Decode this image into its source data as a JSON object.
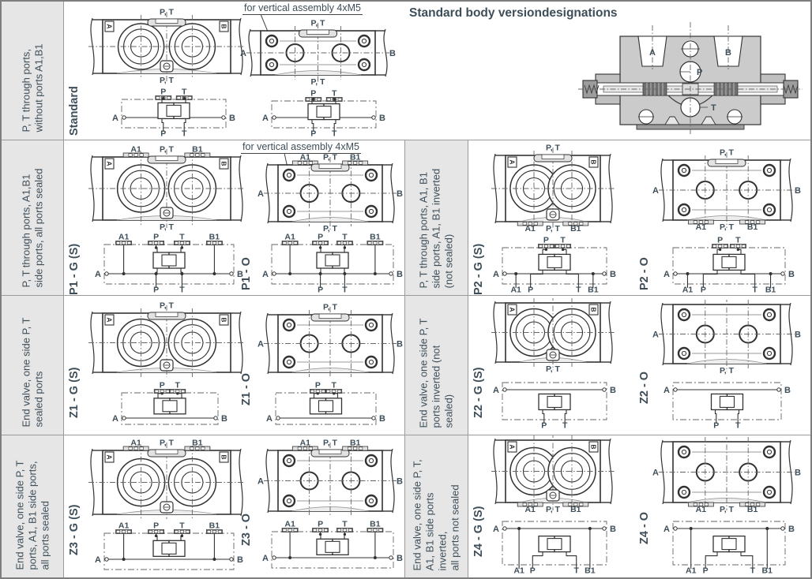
{
  "title": "Standard body versiondesignations",
  "annotation_vertical_assembly": "for vertical assembly 4xM5",
  "colors": {
    "accent": "#3e4e59",
    "line": "#323232",
    "dash": "#666666",
    "label_bg": "#e6e6e6",
    "fill_light": "#e2e2e2"
  },
  "cross_section": {
    "port_a": "A",
    "port_b": "B",
    "port_p": "P",
    "port_t": "T"
  },
  "rows": [
    {
      "side_label": "P, T through ports,\nwithout ports A1,B1"
    },
    {
      "side_label": "P, T through ports, A1,B1\nside ports, all ports sealed",
      "side_label_right": "P, T through ports, A1, B1\nside ports, A1, B1 inverted\n(not sealed)"
    },
    {
      "side_label": "End valve, one side P, T\nsealed ports",
      "side_label_right": "End valve, one side P, T\nports inverted (not\nsealed)"
    },
    {
      "side_label": "End valve, one side P, T\nports, A1, B1 side ports,\nall ports sealed",
      "side_label_right": "End valve, one side P, T,\nA1, B1 side ports\ninverted,\nall ports not sealed"
    }
  ],
  "versions": {
    "std": "Standard",
    "p1g": "P1 - G (S)",
    "p1o": "P1 - O",
    "p2g": "P2 - G (S)",
    "p2o": "P2 - O",
    "z1g": "Z1 - G (S)",
    "z1o": "Z1 - O",
    "z2g": "Z2 - G (S)",
    "z2o": "Z2 - O",
    "z3g": "Z3 - G (S)",
    "z3o": "Z3 - O",
    "z4g": "Z4 - G (S)",
    "z4o": "Z4 - O"
  },
  "views": {
    "std_g": {
      "kind": "G",
      "top": [
        {
          "l": "P, T",
          "x": 0.5,
          "slot": 1
        }
      ],
      "bottom": [
        {
          "l": "P, T",
          "x": 0.5,
          "pmark": 1
        }
      ],
      "corners": [
        "A",
        "B"
      ]
    },
    "std_o": {
      "kind": "O",
      "top": [
        {
          "l": "P, T",
          "x": 0.5,
          "slot": 1
        }
      ],
      "bottom": [
        {
          "l": "P, T",
          "x": 0.5
        }
      ],
      "sides": [
        "A",
        "B"
      ]
    },
    "p1_g": {
      "kind": "G",
      "top": [
        {
          "l": "A1",
          "x": 0.26,
          "lug": 1
        },
        {
          "l": "P, T",
          "x": 0.5,
          "slot": 1
        },
        {
          "l": "B1",
          "x": 0.74,
          "lug": 1
        }
      ],
      "bottom": [
        {
          "l": "P, T",
          "x": 0.5,
          "pmark": 1
        }
      ],
      "corners": [
        "A",
        "B"
      ]
    },
    "p1_o": {
      "kind": "O",
      "top": [
        {
          "l": "A1",
          "x": 0.26,
          "lug": 1
        },
        {
          "l": "P, T",
          "x": 0.5,
          "slot": 1
        },
        {
          "l": "B1",
          "x": 0.74,
          "lug": 1
        }
      ],
      "bottom": [
        {
          "l": "P, T",
          "x": 0.5
        }
      ],
      "sides": [
        "A",
        "B"
      ]
    },
    "p2_g": {
      "kind": "G",
      "top": [
        {
          "l": "P, T",
          "x": 0.5,
          "slot": 1
        }
      ],
      "bottom": [
        {
          "l": "A1",
          "x": 0.26,
          "lug": 1
        },
        {
          "l": "P, T",
          "x": 0.5,
          "pmark": 1
        },
        {
          "l": "B1",
          "x": 0.74,
          "lug": 1
        }
      ],
      "corners": [
        "A",
        "B"
      ]
    },
    "p2_o": {
      "kind": "O",
      "top": [
        {
          "l": "P, T",
          "x": 0.5,
          "slot": 1
        }
      ],
      "bottom": [
        {
          "l": "A1",
          "x": 0.26,
          "lug": 1
        },
        {
          "l": "P, T",
          "x": 0.5
        },
        {
          "l": "B1",
          "x": 0.74,
          "lug": 1
        }
      ],
      "sides": [
        "A",
        "B"
      ]
    },
    "z1_g": {
      "kind": "G",
      "top": [
        {
          "l": "P, T",
          "x": 0.5,
          "slot": 1
        }
      ],
      "bottom": [
        {
          "x": 0.5,
          "pmark": 1
        }
      ],
      "corners": [
        "A",
        "B"
      ]
    },
    "z1_o": {
      "kind": "O",
      "top": [
        {
          "l": "P, T",
          "x": 0.5,
          "slot": 1
        }
      ],
      "bottom": [],
      "sides": [
        "A",
        "B"
      ]
    },
    "z2_g": {
      "kind": "G",
      "top": [],
      "bottom": [
        {
          "l": "P, T",
          "x": 0.5,
          "pmark": 1
        }
      ],
      "corners": [
        "A",
        "B"
      ]
    },
    "z2_o": {
      "kind": "O",
      "top": [],
      "bottom": [
        {
          "l": "P, T",
          "x": 0.5
        }
      ],
      "sides": [
        "A",
        "B"
      ]
    },
    "z3_g": {
      "kind": "G",
      "top": [
        {
          "l": "A1",
          "x": 0.26,
          "lug": 1
        },
        {
          "l": "P, T",
          "x": 0.5,
          "slot": 1
        },
        {
          "l": "B1",
          "x": 0.74,
          "lug": 1
        }
      ],
      "bottom": [
        {
          "x": 0.5,
          "pmark": 1
        }
      ],
      "corners": [
        "A",
        "B"
      ]
    },
    "z3_o": {
      "kind": "O",
      "top": [
        {
          "l": "A1",
          "x": 0.26,
          "lug": 1
        },
        {
          "l": "P, T",
          "x": 0.5,
          "slot": 1
        },
        {
          "l": "B1",
          "x": 0.74,
          "lug": 1
        }
      ],
      "bottom": [],
      "sides": [
        "A",
        "B"
      ]
    },
    "z4_g": {
      "kind": "G",
      "top": [],
      "bottom": [
        {
          "l": "A1",
          "x": 0.26,
          "lug": 1
        },
        {
          "l": "P, T",
          "x": 0.5,
          "pmark": 1
        },
        {
          "l": "B1",
          "x": 0.74,
          "lug": 1
        }
      ],
      "corners": [
        "A",
        "B"
      ]
    },
    "z4_o": {
      "kind": "O",
      "top": [],
      "bottom": [
        {
          "l": "A1",
          "x": 0.26,
          "lug": 1
        },
        {
          "l": "P, T",
          "x": 0.5
        },
        {
          "l": "B1",
          "x": 0.74,
          "lug": 1
        }
      ],
      "sides": [
        "A",
        "B"
      ]
    }
  },
  "schematics": {
    "std": {
      "top": [
        {
          "l": "P",
          "x": 0.4,
          "to": "valve"
        },
        {
          "l": "T",
          "x": 0.6,
          "to": "valve"
        }
      ],
      "ab": "low",
      "labels": [
        "A",
        "B"
      ],
      "bottom": [
        {
          "l": "P",
          "x": 0.4,
          "from": "valve"
        },
        {
          "l": "T",
          "x": 0.6,
          "from": "valve"
        }
      ]
    },
    "p1": {
      "top": [
        {
          "l": "A1",
          "x": 0.15,
          "to": "ab"
        },
        {
          "l": "P",
          "x": 0.4,
          "to": "valve"
        },
        {
          "l": "T",
          "x": 0.6,
          "to": "valve"
        },
        {
          "l": "B1",
          "x": 0.85,
          "to": "ab"
        }
      ],
      "ab": "low",
      "labels": [
        "A",
        "B"
      ],
      "bottom": [
        {
          "l": "P",
          "x": 0.4,
          "from": "valve"
        },
        {
          "l": "T",
          "x": 0.6,
          "from": "valve"
        }
      ]
    },
    "p2": {
      "top": [
        {
          "l": "P",
          "x": 0.42,
          "to": "valve"
        },
        {
          "l": "T",
          "x": 0.58,
          "to": "valve"
        }
      ],
      "ab": "low",
      "labels": [
        "A",
        "B"
      ],
      "bottom": [
        {
          "l": "A1",
          "x": 0.13,
          "from": "ab"
        },
        {
          "l": "P",
          "x": 0.27,
          "from": "valve"
        },
        {
          "l": "T",
          "x": 0.73,
          "from": "valve"
        },
        {
          "l": "B1",
          "x": 0.87,
          "from": "ab"
        }
      ]
    },
    "z1": {
      "top": [
        {
          "l": "P",
          "x": 0.42,
          "to": "valve"
        },
        {
          "l": "T",
          "x": 0.58,
          "to": "valve"
        }
      ],
      "ab": "bottom",
      "labels": [
        "A",
        "B"
      ],
      "bottom": []
    },
    "z2": {
      "top": [],
      "ab": "top",
      "labels": [
        "A",
        "B"
      ],
      "bottom": [
        {
          "l": "P",
          "x": 0.4,
          "from": "valve"
        },
        {
          "l": "T",
          "x": 0.6,
          "from": "valve"
        }
      ]
    },
    "z3": {
      "top": [
        {
          "l": "A1",
          "x": 0.15,
          "to": "ab"
        },
        {
          "l": "P",
          "x": 0.4,
          "to": "valve"
        },
        {
          "l": "T",
          "x": 0.6,
          "to": "valve"
        },
        {
          "l": "B1",
          "x": 0.85,
          "to": "ab"
        }
      ],
      "ab": "low",
      "labels": [
        "A",
        "B"
      ],
      "bottom": []
    },
    "z4": {
      "top": [],
      "ab": "top",
      "labels": [
        "A",
        "B"
      ],
      "sidedrops": [
        0.16,
        0.84
      ],
      "bottom": [
        {
          "l": "A1",
          "x": 0.16,
          "from": "side"
        },
        {
          "l": "P",
          "x": 0.29,
          "from": "valve"
        },
        {
          "l": "T",
          "x": 0.71,
          "from": "valve"
        },
        {
          "l": "B1",
          "x": 0.84,
          "from": "side"
        }
      ]
    }
  }
}
